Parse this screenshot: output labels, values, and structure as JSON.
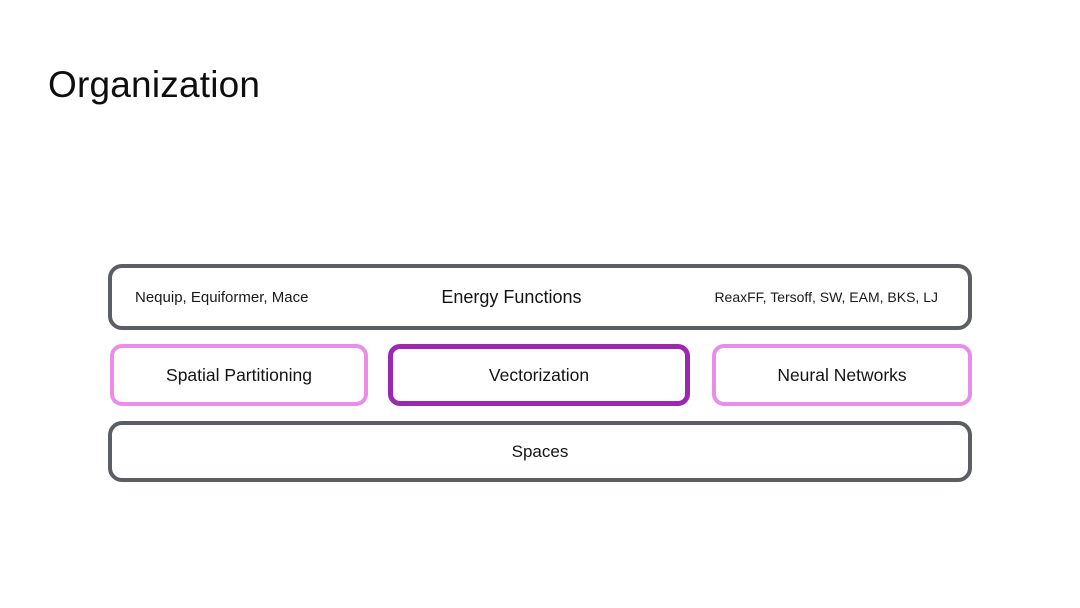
{
  "page": {
    "title": "Organization",
    "background": "#ffffff"
  },
  "colors": {
    "gray_border": "#5b5e62",
    "pink_border": "#ea8dea",
    "purple_border": "#9c27b0",
    "text": "#141414"
  },
  "diagram": {
    "energy_functions_box": {
      "left_label": "Nequip, Equiformer, Mace",
      "center_label": "Energy Functions",
      "right_label": "ReaxFF, Tersoff, SW, EAM, BKS, LJ"
    },
    "middle_row": [
      {
        "label": "Spatial Partitioning",
        "border_style": "pink"
      },
      {
        "label": "Vectorization",
        "border_style": "purple"
      },
      {
        "label": "Neural Networks",
        "border_style": "pink"
      }
    ],
    "spaces_box": {
      "label": "Spaces"
    }
  }
}
